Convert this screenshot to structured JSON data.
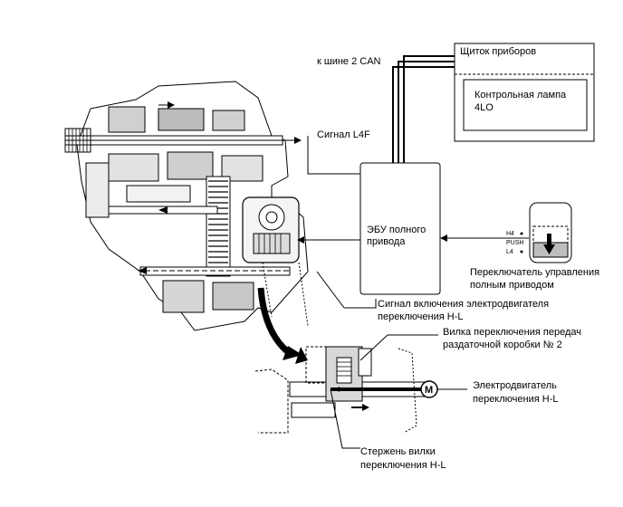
{
  "labels": {
    "can_bus": "к шине 2 CAN",
    "instrument_panel": "Щиток приборов",
    "indicator_lamp": [
      "Контрольная лампа",
      "4LO"
    ],
    "signal_l4f": "Сигнал L4F",
    "ecu": [
      "ЭБУ полного",
      "привода"
    ],
    "switch_h4": "H4",
    "switch_push": "PUSH",
    "switch_l4": "L4",
    "control_switch": [
      "Переключатель управления",
      "полным приводом"
    ],
    "motor_signal": [
      "Сигнал включения электродвигателя",
      "переключения H-L"
    ],
    "shift_fork": [
      "Вилка переключения передач",
      "раздаточной коробки № 2"
    ],
    "motor_letter": "M",
    "motor": [
      "Электродвигатель",
      "переключения H-L"
    ],
    "fork_shaft": [
      "Стержень вилки",
      "переключения H-L"
    ]
  }
}
